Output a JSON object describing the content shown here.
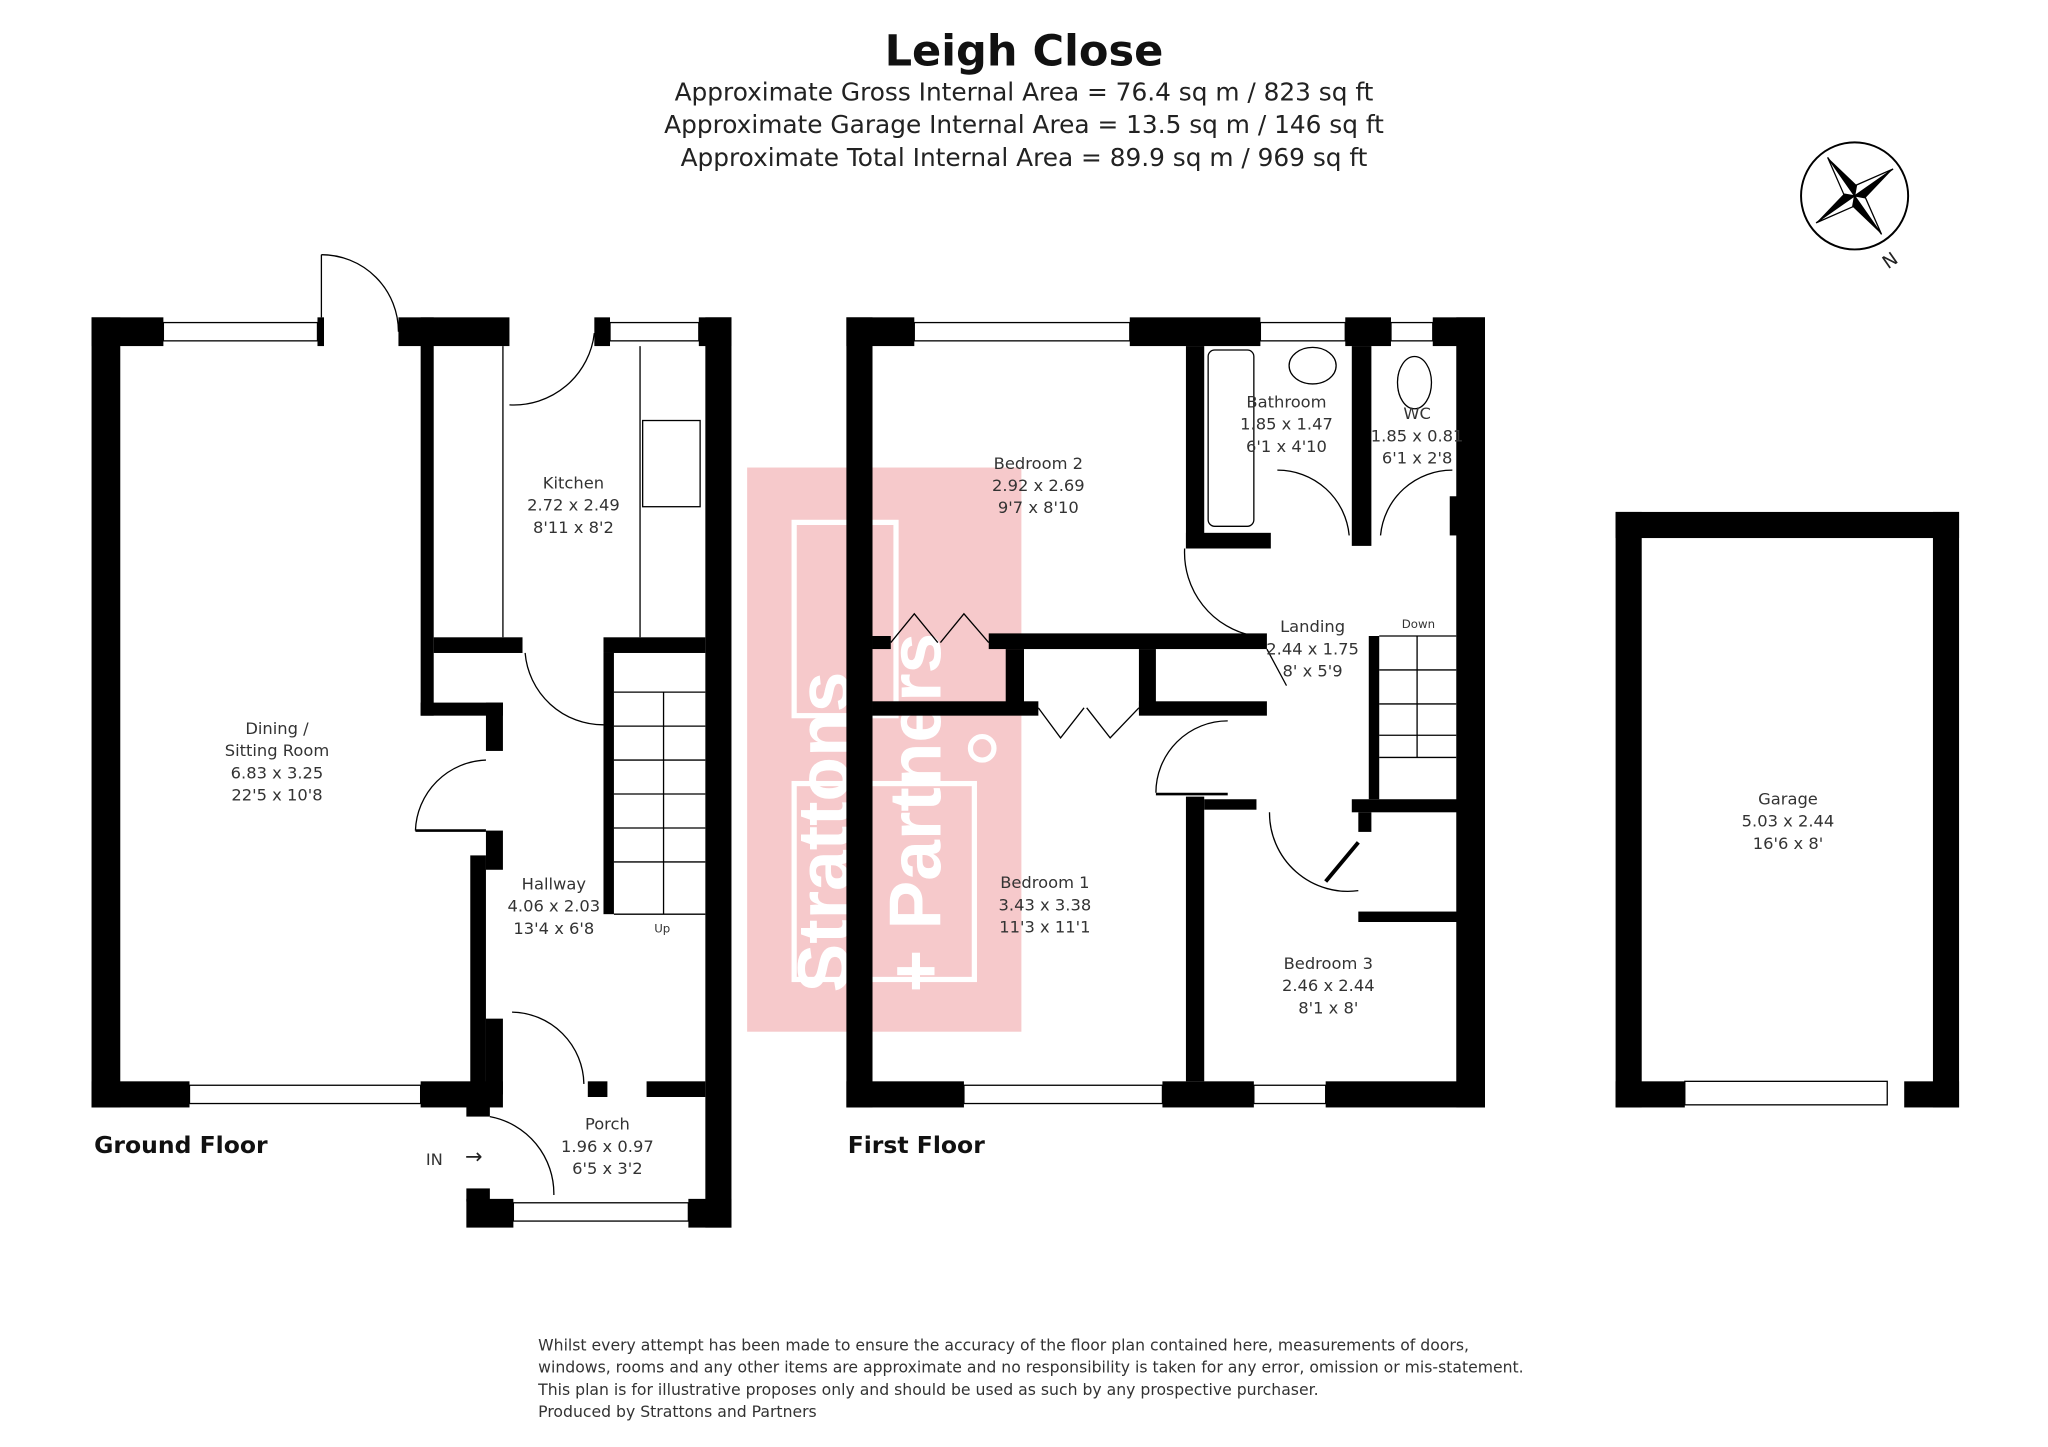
{
  "header": {
    "title": "Leigh Close",
    "gross_area": "Approximate Gross Internal Area = 76.4 sq m / 823 sq ft",
    "garage_area": "Approximate Garage Internal Area = 13.5 sq m / 146 sq ft",
    "total_area": "Approximate Total Internal Area = 89.9 sq m / 969 sq ft"
  },
  "compass": {
    "north_label": "N"
  },
  "watermark": {
    "text": "Strattons + Partners",
    "color": "#f6c9cb"
  },
  "ground_floor": {
    "label": "Ground Floor",
    "entry_label": "IN",
    "stairs_label": "Up",
    "rooms": [
      {
        "name": "Dining /",
        "name2": "Sitting Room",
        "metric": "6.83 x 3.25",
        "imperial": "22'5 x 10'8"
      },
      {
        "name": "Kitchen",
        "metric": "2.72 x 2.49",
        "imperial": "8'11 x 8'2"
      },
      {
        "name": "Hallway",
        "metric": "4.06 x 2.03",
        "imperial": "13'4 x 6'8"
      },
      {
        "name": "Porch",
        "metric": "1.96 x 0.97",
        "imperial": "6'5 x 3'2"
      }
    ]
  },
  "first_floor": {
    "label": "First Floor",
    "stairs_label": "Down",
    "rooms": [
      {
        "name": "Bedroom 2",
        "metric": "2.92 x 2.69",
        "imperial": "9'7 x 8'10"
      },
      {
        "name": "Bathroom",
        "metric": "1.85 x 1.47",
        "imperial": "6'1 x 4'10"
      },
      {
        "name": "WC",
        "metric": "1.85 x 0.81",
        "imperial": "6'1 x 2'8"
      },
      {
        "name": "Landing",
        "metric": "2.44 x 1.75",
        "imperial": "8' x 5'9"
      },
      {
        "name": "Bedroom 1",
        "metric": "3.43 x 3.38",
        "imperial": "11'3 x 11'1"
      },
      {
        "name": "Bedroom 3",
        "metric": "2.46 x 2.44",
        "imperial": "8'1 x 8'"
      }
    ]
  },
  "garage": {
    "name": "Garage",
    "metric": "5.03 x 2.44",
    "imperial": "16'6 x 8'"
  },
  "disclaimer": [
    "Whilst every attempt has been made to ensure the accuracy of the floor plan contained here, measurements of doors,",
    "windows, rooms and any other items are approximate and no responsibility is taken for any error, omission or mis-statement.",
    "This plan is for illustrative proposes only and should be used as such by any prospective purchaser.",
    "Produced by Strattons and Partners"
  ]
}
